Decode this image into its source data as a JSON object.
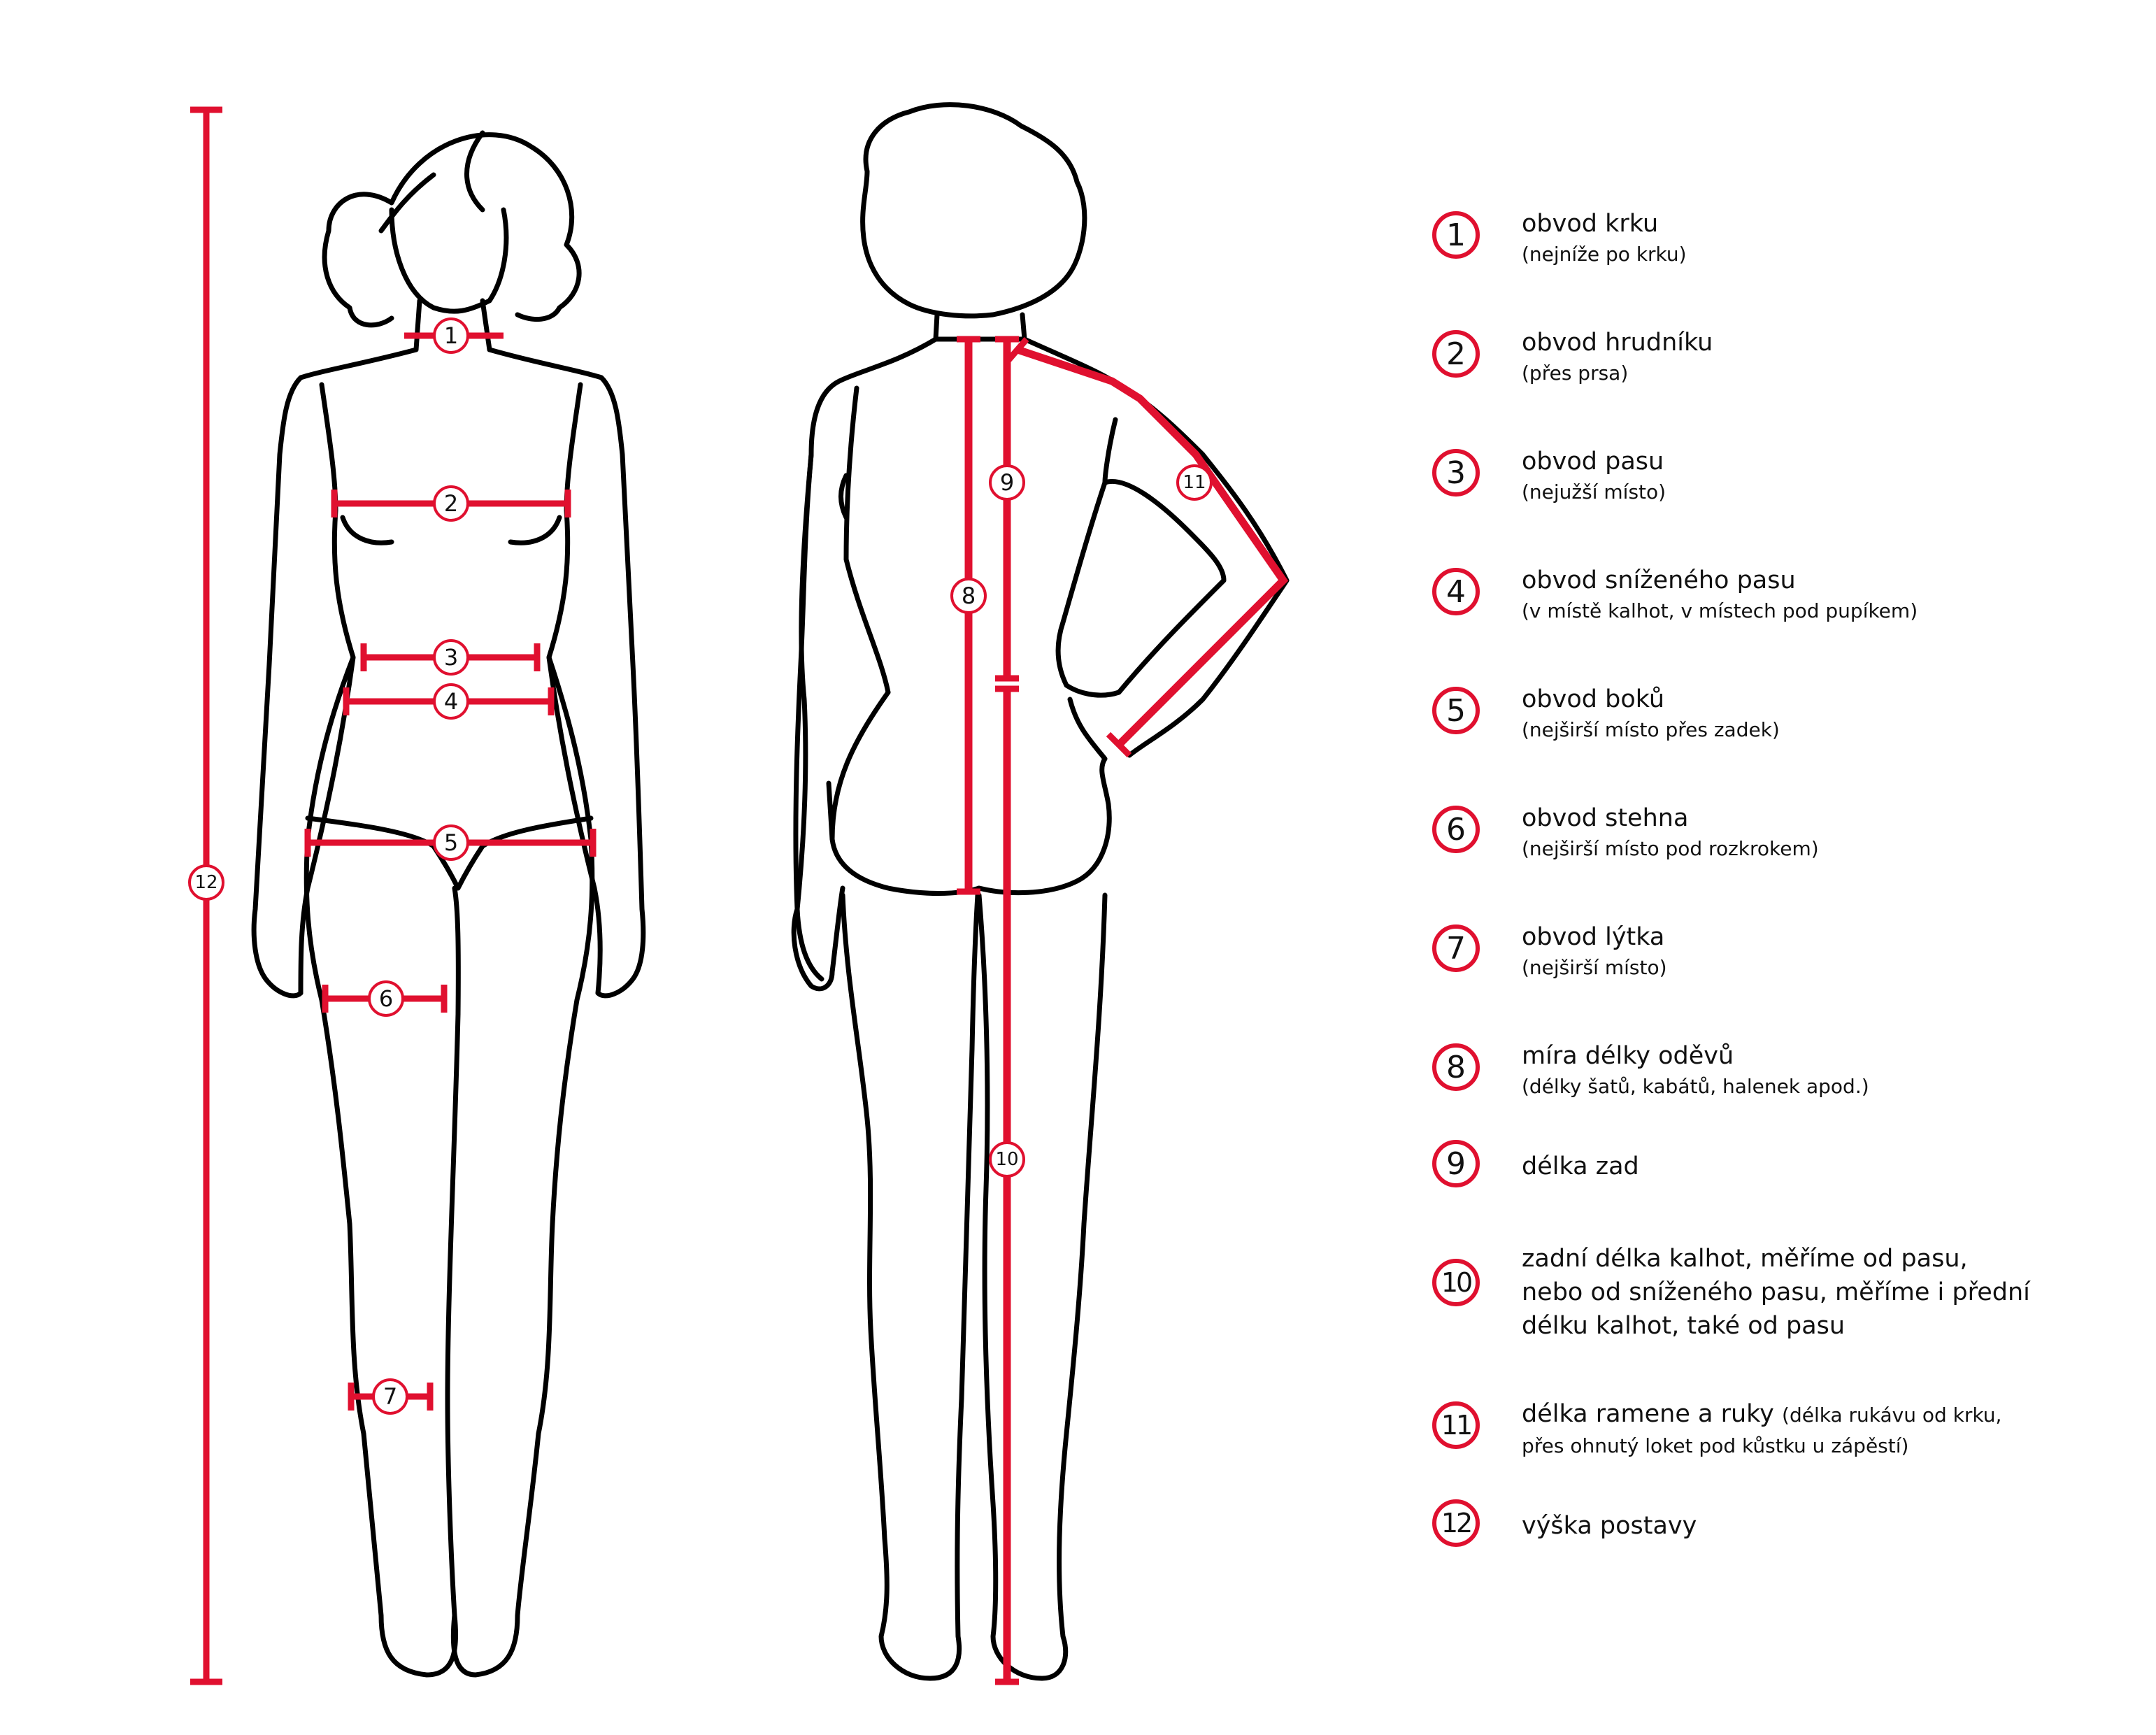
{
  "colors": {
    "accent": "#e0102f",
    "outline": "#000000"
  },
  "figure_markers": {
    "m1": "1",
    "m2": "2",
    "m3": "3",
    "m4": "4",
    "m5": "5",
    "m6": "6",
    "m7": "7",
    "m8": "8",
    "m9": "9",
    "m10": "10",
    "m11": "11",
    "m12": "12"
  },
  "legend": {
    "items": [
      {
        "number": "1",
        "title": "obvod krku",
        "subtitle": "(nejníže po krku)"
      },
      {
        "number": "2",
        "title": "obvod hrudníku",
        "subtitle": "(přes prsa)"
      },
      {
        "number": "3",
        "title": "obvod pasu",
        "subtitle": "(nejužší místo)"
      },
      {
        "number": "4",
        "title": "obvod sníženého pasu",
        "subtitle": "(v místě kalhot, v místech pod pupíkem)"
      },
      {
        "number": "5",
        "title": "obvod boků",
        "subtitle": "(nejširší místo přes zadek)"
      },
      {
        "number": "6",
        "title": "obvod stehna",
        "subtitle": "(nejširší místo pod rozkrokem)"
      },
      {
        "number": "7",
        "title": "obvod lýtka",
        "subtitle": "(nejširší místo)"
      },
      {
        "number": "8",
        "title": "míra délky oděvů",
        "subtitle": "(délky šatů, kabátů, halenek apod.)"
      },
      {
        "number": "9",
        "title": "délka zad",
        "subtitle": ""
      },
      {
        "number": "10",
        "title": "zadní délka kalhot, měříme od pasu,",
        "line2": "nebo od sníženého pasu, měříme i přední",
        "line3": "délku kalhot, také od pasu"
      },
      {
        "number": "11",
        "title": "délka ramene a ruky",
        "inline_sub": "(délka rukávu od krku,",
        "line2": "přes ohnutý loket pod kůstku u zápěstí)"
      },
      {
        "number": "12",
        "title": "výška postavy",
        "subtitle": ""
      }
    ]
  }
}
